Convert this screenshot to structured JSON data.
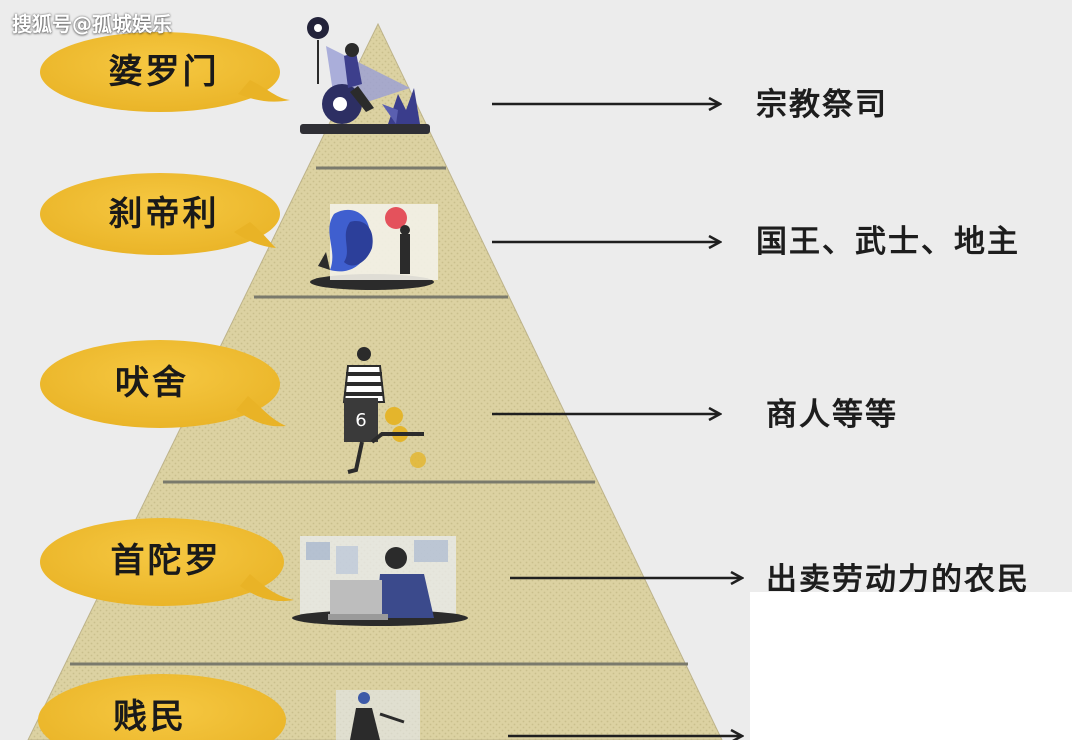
{
  "watermark": "搜狐号@孤城娱乐",
  "levels": [
    {
      "caste": "婆罗门",
      "description": "宗教祭司"
    },
    {
      "caste": "刹帝利",
      "description": "国王、武士、地主"
    },
    {
      "caste": "吠舍",
      "description": "商人等等"
    },
    {
      "caste": "首陀罗",
      "description": "出卖劳动力的农民"
    },
    {
      "caste": "贱民",
      "description": ""
    }
  ],
  "illustrations": {
    "vaishya_number": "6"
  },
  "colors": {
    "bubble": "#f0bc2e",
    "pyramid": "#ddd3a4",
    "band": "#7a7a6c",
    "arrow": "#1f1f1f",
    "text": "#1d1d1d"
  }
}
